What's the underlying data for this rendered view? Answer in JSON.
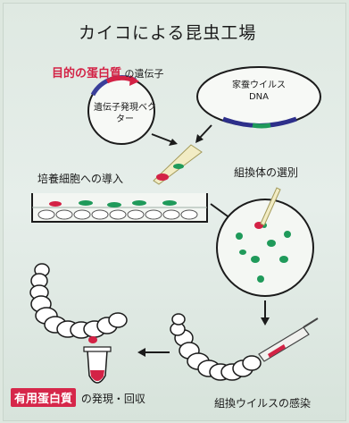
{
  "title": "カイコによる昆虫工場",
  "target_gene": {
    "highlight": "目的の蛋白質",
    "suffix": " の遺伝子"
  },
  "vector_label": "遺伝子発現ベクター",
  "virus_dna_label": "家蚕ウイルスDNA",
  "culture_label": "培養細胞への導入",
  "selection_label": "組換体の選別",
  "infection_label": "組換ウイルスの感染",
  "recovery": {
    "highlight": "有用蛋白質",
    "suffix": " の発現・回収"
  },
  "colors": {
    "target_red": "#d32245",
    "vector_blue": "#3a3f9a",
    "cell_green": "#1f9a5a",
    "recovery_red": "#d6274a"
  }
}
